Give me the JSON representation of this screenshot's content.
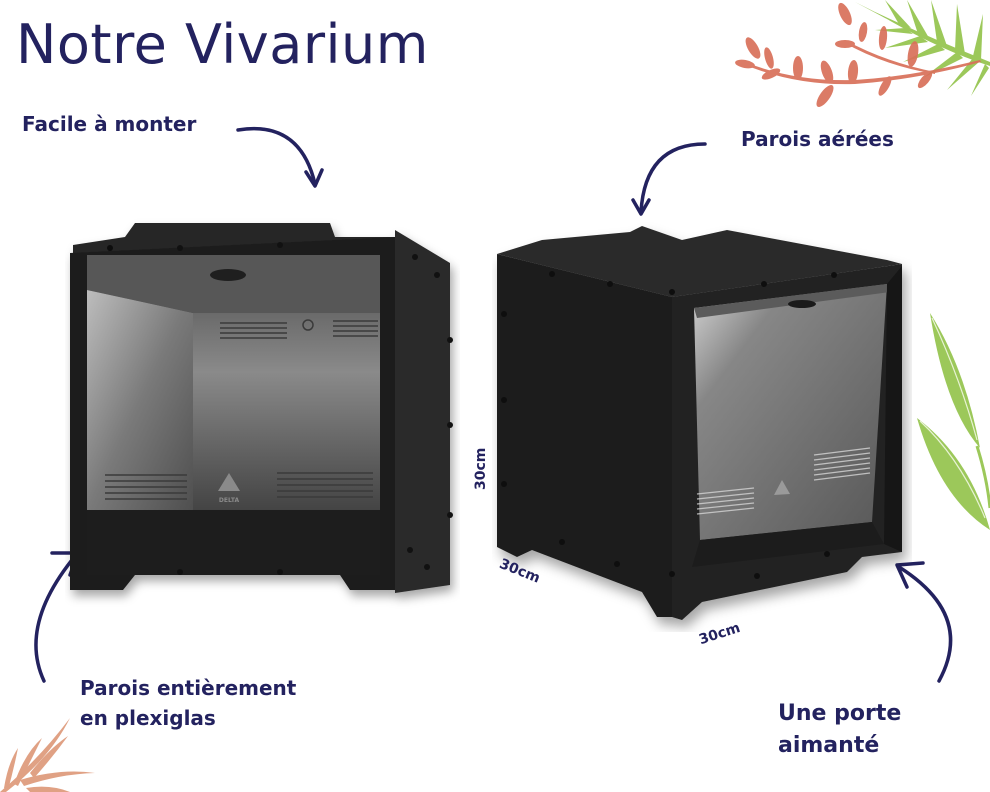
{
  "title": "Notre Vivarium",
  "features": {
    "easy_assembly": "Facile à monter",
    "ventilated_walls": "Parois aérées",
    "plexiglass_line1": "Parois entièrement",
    "plexiglass_line2": "en plexiglas",
    "magnetic_door_line1": "Une porte",
    "magnetic_door_line2": "aimanté"
  },
  "dimensions": {
    "height": "30cm",
    "depth": "30cm",
    "width": "30cm"
  },
  "product": {
    "brand_logo_text": "DELTA",
    "front_view": "vivarium-front-view",
    "angled_view": "vivarium-angled-view"
  },
  "colors": {
    "text_navy": "#23225f",
    "body_black": "#1e1e1e",
    "glass_gray": "#6e6e6e",
    "leaf_green": "#9cc85a",
    "leaf_terracotta": "#d9705a",
    "leaf_peach": "#e0a184"
  }
}
